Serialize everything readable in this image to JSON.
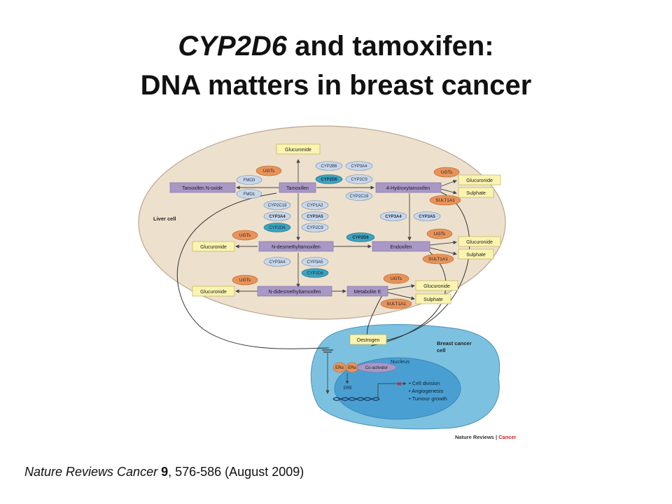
{
  "title": {
    "part1_italic": "CYP2D6",
    "part1_rest": " and tamoxifen:",
    "line2": "DNA matters in breast cancer"
  },
  "caption": {
    "journal": "Nature Reviews Cancer",
    "volume": "9",
    "rest": ", 576-586 (August 2009)"
  },
  "brand": {
    "left": "Nature Reviews",
    "sep": " | ",
    "right": "Cancer"
  },
  "diagram": {
    "liver_label": "Liver cell",
    "breast_label_1": "Breast cancer",
    "breast_label_2": "cell",
    "nucleus_label": "Nucleus",
    "compounds": {
      "tamoxifen_n_oxide": "Tamoxifen N-oxide",
      "tamoxifen": "Tamoxifen",
      "hydroxytamoxifen": "4-Hydroxytamoxifen",
      "n_desmethyl": "N-desmethyltamoxifen",
      "endoxifen": "Endoxifen",
      "n_didesmethyl": "N-didesmethyltamoxifen",
      "metabolite_e": "Metabolite E"
    },
    "products": {
      "glucuronide": "Glucuronide",
      "sulphate": "Sulphate",
      "oestrogen": "Oestrogen"
    },
    "enzymes": {
      "ugts": "UGTs",
      "sult1a1": "SULT1A1",
      "fmo3": "FMO3",
      "fmo1": "FMO1",
      "cyp2b6": "CYP2B6",
      "cyp3a4": "CYP3A4",
      "cyp2d6": "CYP2D6",
      "cyp2c9": "CYP2C9",
      "cyp2c19": "CYP2C19",
      "cyp1a2": "CYP1A2",
      "cyp3a5": "CYP3A5"
    },
    "receptor": {
      "er_a": "ERα",
      "coactivator": "Co-activator",
      "ere": "ERE"
    },
    "outcomes": [
      "Cell division",
      "Angiogenesis",
      "Tumour growth"
    ],
    "colors": {
      "liver_fill": "#ede1cd",
      "compound_fill": "#a998c6",
      "product_fill": "#fbf4b0",
      "ugt_fill": "#e8935a",
      "cyp_fill": "#c9d7ea",
      "cyp2d6_fill": "#3aa3c0",
      "cell_fill": "#7cc1e0",
      "nucleus_fill": "#4a9fd2"
    }
  }
}
